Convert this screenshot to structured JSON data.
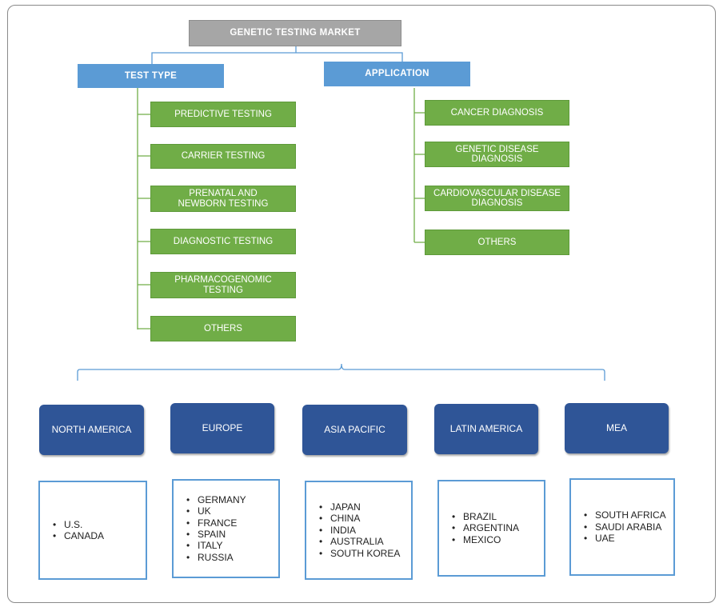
{
  "root": {
    "label": "GENETIC TESTING MARKET"
  },
  "test_type": {
    "label": "TEST TYPE",
    "items": [
      "PREDICTIVE TESTING",
      "CARRIER TESTING",
      "PRENATAL AND NEWBORN TESTING",
      "DIAGNOSTIC TESTING",
      "PHARMACOGENOMIC TESTING",
      "OTHERS"
    ]
  },
  "application": {
    "label": "APPLICATION",
    "items": [
      "CANCER DIAGNOSIS",
      "GENETIC DISEASE DIAGNOSIS",
      "CARDIOVASCULAR DISEASE DIAGNOSIS",
      "OTHERS"
    ]
  },
  "regions": [
    {
      "label": "NORTH AMERICA",
      "countries": [
        "U.S.",
        "CANADA"
      ]
    },
    {
      "label": "EUROPE",
      "countries": [
        "GERMANY",
        "UK",
        "FRANCE",
        "SPAIN",
        "ITALY",
        "RUSSIA"
      ]
    },
    {
      "label": "ASIA PACIFIC",
      "countries": [
        "JAPAN",
        "CHINA",
        "INDIA",
        "AUSTRALIA",
        "SOUTH KOREA"
      ]
    },
    {
      "label": "LATIN AMERICA",
      "countries": [
        "BRAZIL",
        "ARGENTINA",
        "MEXICO"
      ]
    },
    {
      "label": "MEA",
      "countries": [
        "SOUTH AFRICA",
        "SAUDI ARABIA",
        "UAE"
      ]
    }
  ],
  "colors": {
    "root": "#a6a6a6",
    "category": "#5b9bd5",
    "leaf": "#70ad47",
    "region": "#2f5597",
    "connector": "#5b9bd5",
    "leaf_connector": "#70ad47"
  }
}
